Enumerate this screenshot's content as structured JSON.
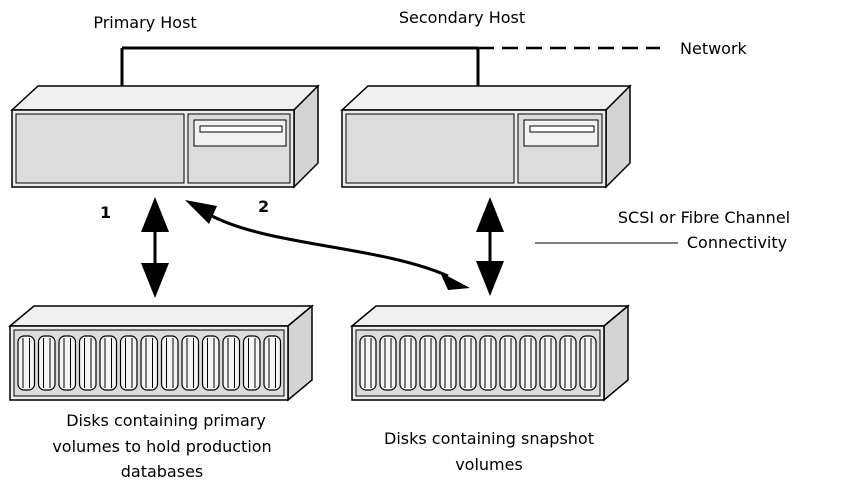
{
  "hosts": {
    "primary": {
      "label": "Primary Host"
    },
    "secondary": {
      "label": "Secondary Host"
    }
  },
  "network": {
    "label": "Network"
  },
  "connectivity": {
    "line1": "SCSI or Fibre Channel",
    "line2": "Connectivity"
  },
  "paths": {
    "path1": "1",
    "path2": "2"
  },
  "disk_arrays": {
    "primary": {
      "line1": "Disks containing primary",
      "line2": "volumes to hold production",
      "line3": "databases"
    },
    "snapshot": {
      "line1": "Disks containing snapshot",
      "line2": "volumes"
    }
  },
  "colors": {
    "enclosure_fill": "#e8e8e8",
    "panel_fill": "#d8d8d8",
    "stroke": "#000000"
  }
}
